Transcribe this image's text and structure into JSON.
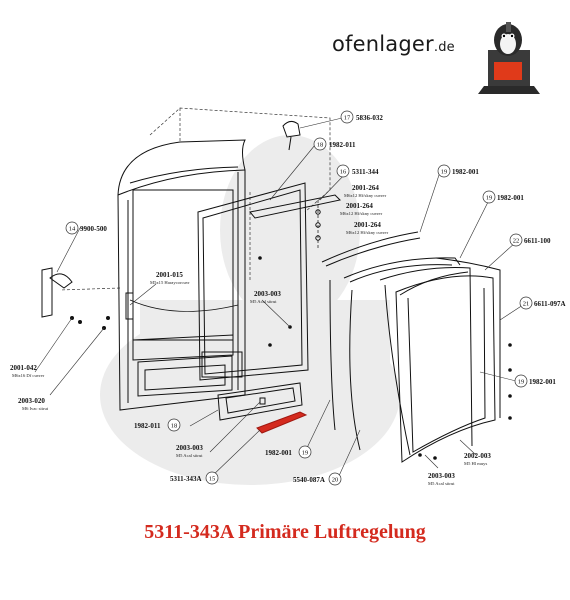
{
  "logo": {
    "brand": "ofenlager",
    "tld": ".de"
  },
  "caption": "5311-343A Primäre Luftregelung",
  "parts": [
    {
      "num": "17",
      "code": "5836-032",
      "sub": ""
    },
    {
      "num": "",
      "code": "1982-011",
      "sub": ""
    },
    {
      "num": "16",
      "code": "5311-344",
      "sub": ""
    },
    {
      "num": "",
      "code": "2001-264",
      "sub": "M6x12 Hf/skny cuvrer"
    },
    {
      "num": "",
      "code": "2001-264",
      "sub": "M6x12 Hf/skny cuvrer"
    },
    {
      "num": "",
      "code": "2001-264",
      "sub": "M6x12 Hf/skny cuvrer"
    },
    {
      "num": "19",
      "code": "1982-001",
      "sub": ""
    },
    {
      "num": "19",
      "code": "1982-001",
      "sub": ""
    },
    {
      "num": "22",
      "code": "6611-100",
      "sub": ""
    },
    {
      "num": "21",
      "code": "6611-097A",
      "sub": ""
    },
    {
      "num": "19",
      "code": "1982-001",
      "sub": ""
    },
    {
      "num": "14",
      "code": "9900-500",
      "sub": ""
    },
    {
      "num": "",
      "code": "2001-015",
      "sub": "M5x15 Haraycorcuvr"
    },
    {
      "num": "",
      "code": "2003-003",
      "sub": "M5 Acal sitrut"
    },
    {
      "num": "",
      "code": "2001-042",
      "sub": "M6x16 Df cuvrer"
    },
    {
      "num": "",
      "code": "2003-020",
      "sub": "M6 Ivac sitrut"
    },
    {
      "num": "18",
      "code": "1982-011",
      "sub": ""
    },
    {
      "num": "",
      "code": "2003-003",
      "sub": "M5 Acal sitrut"
    },
    {
      "num": "15",
      "code": "5311-343A",
      "sub": ""
    },
    {
      "num": "19",
      "code": "1982-001",
      "sub": ""
    },
    {
      "num": "20",
      "code": "5540-087A",
      "sub": ""
    },
    {
      "num": "",
      "code": "2002-003",
      "sub": "M5 Hl muys"
    },
    {
      "num": "",
      "code": "2003-003",
      "sub": "M5 Acal sitrut"
    }
  ]
}
